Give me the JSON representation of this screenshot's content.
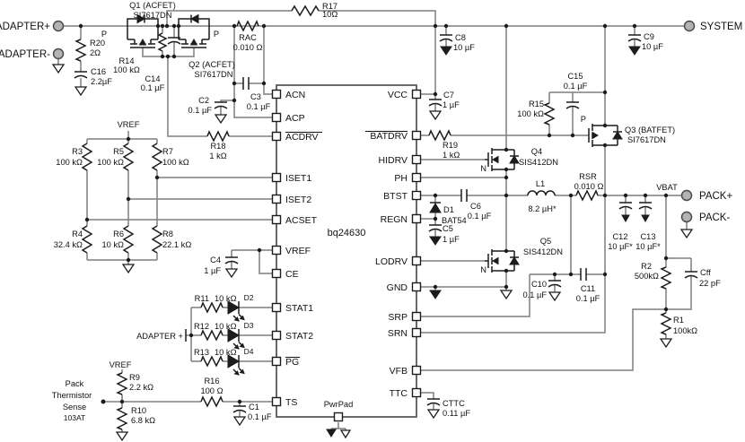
{
  "schematic": {
    "ic": {
      "name": "bq24630",
      "pwrpad_label": "PwrPad",
      "left_pins": [
        "ACN",
        "ACP",
        "ACDRV",
        "ISET1",
        "ISET2",
        "ACSET",
        "VREF",
        "CE",
        "STAT1",
        "STAT2",
        "PG",
        "TS"
      ],
      "right_pins": [
        "VCC",
        "BATDRV",
        "HIDRV",
        "PH",
        "BTST",
        "REGN",
        "LODRV",
        "GND",
        "SRP",
        "SRN",
        "VFB",
        "TTC"
      ]
    },
    "terminals": {
      "adapter_plus": "ADAPTER+",
      "adapter_minus": "ADAPTER-",
      "system": "SYSTEM",
      "pack_plus": "PACK+",
      "pack_minus": "PACK-",
      "adapter_mid": "ADAPTER +"
    },
    "net_labels": {
      "vref_divider": "VREF",
      "vref_thermistor": "VREF",
      "vbat": "VBAT"
    },
    "annotations": {
      "thermistor_line1": "Pack",
      "thermistor_line2": "Thermistor",
      "thermistor_line3": "Sense",
      "thermistor_line4": "103AT"
    },
    "components": {
      "Q1": {
        "ref": "Q1 (ACFET)",
        "part": "SI7617DN",
        "channel": "P"
      },
      "Q2": {
        "ref": "Q2 (ACFET)",
        "part": "SI7617DN",
        "channel": "P"
      },
      "Q3": {
        "ref": "Q3 (BATFET)",
        "part": "SI7617DN",
        "channel": "P"
      },
      "Q4": {
        "ref": "Q4",
        "part": "SIS412DN",
        "channel": "N"
      },
      "Q5": {
        "ref": "Q5",
        "part": "SIS412DN",
        "channel": "N"
      },
      "D1": {
        "ref": "D1",
        "part": "BAT54"
      },
      "D2": {
        "ref": "D2"
      },
      "D3": {
        "ref": "D3"
      },
      "D4": {
        "ref": "D4"
      },
      "L1": {
        "ref": "L1",
        "value": "8.2 µH*"
      },
      "R1": {
        "ref": "R1",
        "value": "100kΩ"
      },
      "R2": {
        "ref": "R2",
        "value": "500kΩ"
      },
      "R3": {
        "ref": "R3",
        "value": "100 kΩ"
      },
      "R4": {
        "ref": "R4",
        "value": "32.4 kΩ"
      },
      "R5": {
        "ref": "R5",
        "value": "100 kΩ"
      },
      "R6": {
        "ref": "R6",
        "value": "10 kΩ"
      },
      "R7": {
        "ref": "R7",
        "value": "100 kΩ"
      },
      "R8": {
        "ref": "R8",
        "value": "22.1 kΩ"
      },
      "R9": {
        "ref": "R9",
        "value": "2.2 kΩ"
      },
      "R10": {
        "ref": "R10",
        "value": "6.8 kΩ"
      },
      "R11": {
        "ref": "R11",
        "value": "10 kΩ"
      },
      "R12": {
        "ref": "R12",
        "value": "10 kΩ"
      },
      "R13": {
        "ref": "R13",
        "value": "10 kΩ"
      },
      "R14": {
        "ref": "R14",
        "value": "100 kΩ"
      },
      "R15": {
        "ref": "R15",
        "value": "100 kΩ"
      },
      "R16": {
        "ref": "R16",
        "value": "100 Ω"
      },
      "R17": {
        "ref": "R17",
        "value": "10Ω"
      },
      "R18": {
        "ref": "R18",
        "value": "1 kΩ"
      },
      "R19": {
        "ref": "R19",
        "value": "1 kΩ"
      },
      "R20": {
        "ref": "R20",
        "value": "2Ω"
      },
      "RAC": {
        "ref": "RAC",
        "value": "0.010 Ω"
      },
      "RSR": {
        "ref": "RSR",
        "value": "0.010 Ω"
      },
      "C1": {
        "ref": "C1",
        "value": "0.1 µF"
      },
      "C2": {
        "ref": "C2",
        "value": "0.1 µF"
      },
      "C3": {
        "ref": "C3",
        "value": "0.1 µF"
      },
      "C4": {
        "ref": "C4",
        "value": "1 µF"
      },
      "C5": {
        "ref": "C5",
        "value": "1 µF"
      },
      "C6": {
        "ref": "C6",
        "value": "0.1 µF"
      },
      "C7": {
        "ref": "C7",
        "value": "1 µF"
      },
      "C8": {
        "ref": "C8",
        "value": "10 µF"
      },
      "C9": {
        "ref": "C9",
        "value": "10 µF"
      },
      "C10": {
        "ref": "C10",
        "value": "0.1 µF"
      },
      "C11": {
        "ref": "C11",
        "value": "0.1 µF"
      },
      "C12": {
        "ref": "C12",
        "value": "10 µF*"
      },
      "C13": {
        "ref": "C13",
        "value": "10 µF*"
      },
      "C14": {
        "ref": "C14",
        "value": "0.1 µF"
      },
      "C15": {
        "ref": "C15",
        "value": "0.1 µF"
      },
      "C16": {
        "ref": "C16",
        "value": "2.2µF"
      },
      "Cff": {
        "ref": "Cff",
        "value": "22 pF"
      },
      "CTTC": {
        "ref": "CTTC",
        "value": "0.11 µF"
      }
    }
  }
}
